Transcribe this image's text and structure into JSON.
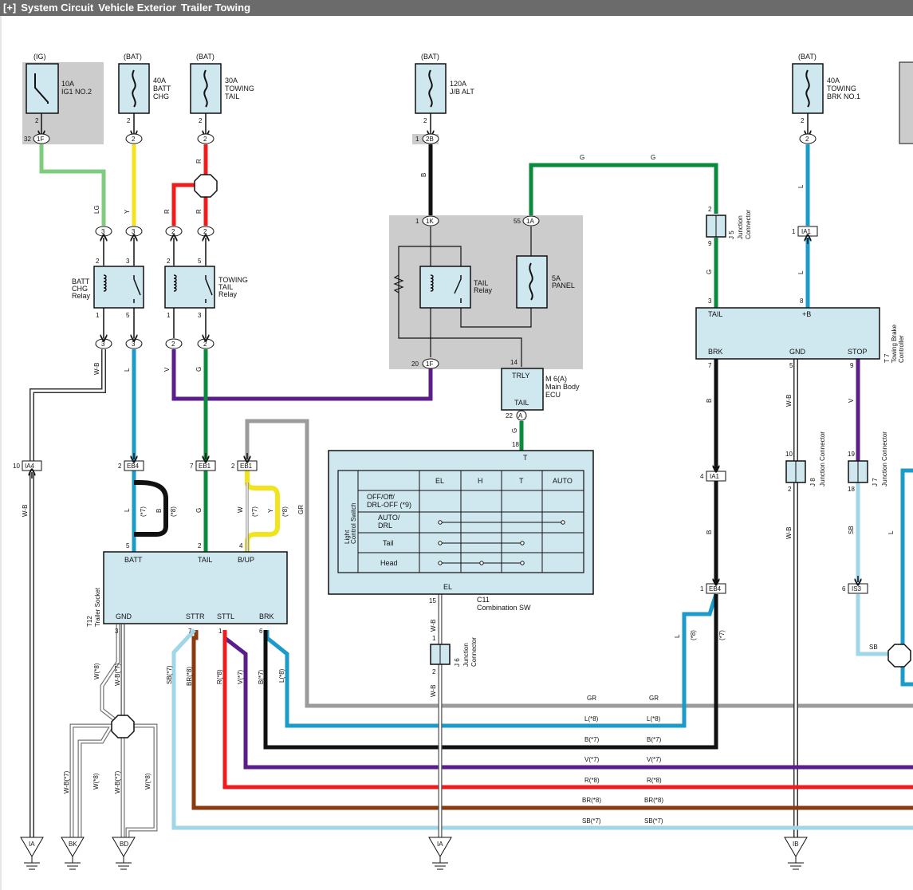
{
  "header": {
    "toggle": "[+]",
    "path": [
      "System Circuit",
      "Vehicle Exterior",
      "Trailer Towing"
    ]
  },
  "colors": {
    "LG": "#7fcc7f",
    "Y": "#f2e41c",
    "R": "#ee1c1c",
    "B": "#111111",
    "G": "#0a8a3c",
    "L": "#1b9bc9",
    "V": "#5a1e8c",
    "GR": "#9b9b9b",
    "SB": "#9fd6e8",
    "BR": "#8b3a10",
    "WB": "#ffffff",
    "gray_bg": "#cccccc",
    "component_fill": "#cfe8f0"
  },
  "fuses": [
    {
      "source": "(IG)",
      "amps": "10A",
      "name1": "IG1 NO.2",
      "name2": "",
      "pin": "2",
      "conn_pin": "32",
      "conn": "1F"
    },
    {
      "source": "(BAT)",
      "amps": "40A",
      "name1": "BATT",
      "name2": "CHG",
      "pin": "2",
      "conn": "2"
    },
    {
      "source": "(BAT)",
      "amps": "30A",
      "name1": "TOWING",
      "name2": "TAIL",
      "pin": "2",
      "conn": "2"
    },
    {
      "source": "(BAT)",
      "amps": "120A",
      "name1": "J/B ALT",
      "name2": "",
      "pin": "2",
      "conn_pin": "1",
      "conn": "2B"
    },
    {
      "source": "(BAT)",
      "amps": "40A",
      "name1": "TOWING",
      "name2": "BRK NO.1",
      "pin": "2",
      "conn": "2"
    }
  ],
  "relays": {
    "batt_chg": {
      "name": [
        "BATT",
        "CHG",
        "Relay"
      ],
      "pins": [
        "2",
        "3",
        "1",
        "5"
      ]
    },
    "towing_tail": {
      "name": [
        "TOWING",
        "TAIL",
        "Relay"
      ],
      "pins": [
        "2",
        "5",
        "1",
        "3"
      ]
    },
    "tail": {
      "name": [
        "TAIL",
        "Relay"
      ]
    },
    "panel": {
      "amps": "5A",
      "name": "PANEL"
    }
  },
  "connectors": {
    "c3a": "3",
    "c3b": "3",
    "c2a": "2",
    "c2b": "2",
    "c3c": "3",
    "c3d": "3",
    "c2c": "2",
    "c2d": "2",
    "c1k": "1K",
    "c1a": "1A",
    "c1f": "1F",
    "cA": "A",
    "ia4": "IA4",
    "eb4": "EB4",
    "eb1a": "EB1",
    "eb1b": "EB1",
    "ia1a": "IA1",
    "ia1b": "IA1",
    "eb4b": "EB4",
    "is3": "IS3"
  },
  "connector_pins": {
    "k1": "1",
    "a55": "55",
    "f20": "20",
    "ia4": "10",
    "eb4": "2",
    "eb1a": "7",
    "eb1b": "2",
    "ia1a": "1",
    "ia1b": "4",
    "eb4b": "1",
    "is3": "6",
    "j5top": "2",
    "j5bot": "9",
    "j8top": "10",
    "j8bot": "2",
    "j7top": "19",
    "j7bot": "18",
    "j6top": "1",
    "j6bot": "2",
    "ecu14": "14",
    "ecu22": "22",
    "sw18": "18",
    "sw15": "15",
    "ts5": "5",
    "ts2": "2",
    "ts4": "4",
    "ts3": "3",
    "ts7": "7",
    "ts1": "1",
    "ts6": "6",
    "tb3": "3",
    "tb8": "8",
    "tb7": "7",
    "tb5": "5",
    "tb9": "9"
  },
  "wire_labels": {
    "LG": "LG",
    "Y": "Y",
    "R": "R",
    "B": "B",
    "G": "G",
    "L": "L",
    "V": "V",
    "WB": "W-B",
    "GR": "GR",
    "SB": "SB",
    "B7": "B(*7)",
    "L8": "L(*8)",
    "W": "W",
    "Y7": "(*7)",
    "Y8": "(*8)",
    "Yb": "Y",
    "B8": "(*8)",
    "L7": "(*7)",
    "SB7": "SB(*7)",
    "BR8": "BR(*8)",
    "R8": "R(*8)",
    "V7": "V(*7)",
    "B7b": "B(*7)",
    "L8b": "L(*8)",
    "WB8": "W(*8)",
    "WB7": "W-B(*7)",
    "WB7b": "W-B(*7)",
    "W8b": "W(*8)",
    "WB7c": "W-B(*7)",
    "W8c": "W(*8)",
    "Lb": "L",
    "B8b": "(*8)",
    "L7b": "(*7)",
    "Lc": "L"
  },
  "bus_labels": {
    "gr": "GR",
    "l8": "L(*8)",
    "b7": "B(*7)",
    "v7": "V(*7)",
    "r8": "R(*8)",
    "br8": "BR(*8)",
    "sb7": "SB(*7)"
  },
  "ecu": {
    "name": [
      "M 6(A)",
      "Main Body",
      "ECU"
    ],
    "top": "TRLY",
    "bottom": "TAIL"
  },
  "junctions": {
    "j5": [
      "J 5",
      "Junction",
      "Connector"
    ],
    "j8": [
      "J 8",
      "Junction Connector"
    ],
    "j7": [
      "J 7",
      "Junction Connector"
    ],
    "j6": [
      "J 6",
      "Junction",
      "Connector"
    ]
  },
  "brake_controller": {
    "name": [
      "T 7",
      "Towing Brake",
      "Controller"
    ],
    "pins": {
      "tail": "TAIL",
      "b": "+B",
      "brk": "BRK",
      "gnd": "GND",
      "stop": "STOP"
    }
  },
  "trailer_socket": {
    "name": [
      "T12",
      "Trailer Socket"
    ],
    "pins": {
      "batt": "BATT",
      "tail": "TAIL",
      "bup": "B/UP",
      "gnd": "GND",
      "sttr": "STTR",
      "sttl": "STTL",
      "brk": "BRK"
    }
  },
  "combination_sw": {
    "name": [
      "C11",
      "Combination SW"
    ],
    "term_t": "T",
    "term_el": "EL",
    "side_label": [
      "Light",
      "Control Switch"
    ],
    "columns": [
      "EL",
      "H",
      "T",
      "AUTO"
    ],
    "rows": [
      "OFF/Off/",
      "DRL-OFF (*9)",
      "AUTO/",
      "DRL",
      "Tail",
      "Head"
    ]
  },
  "grounds": [
    "IA",
    "BK",
    "BD",
    "IA",
    "IB"
  ]
}
